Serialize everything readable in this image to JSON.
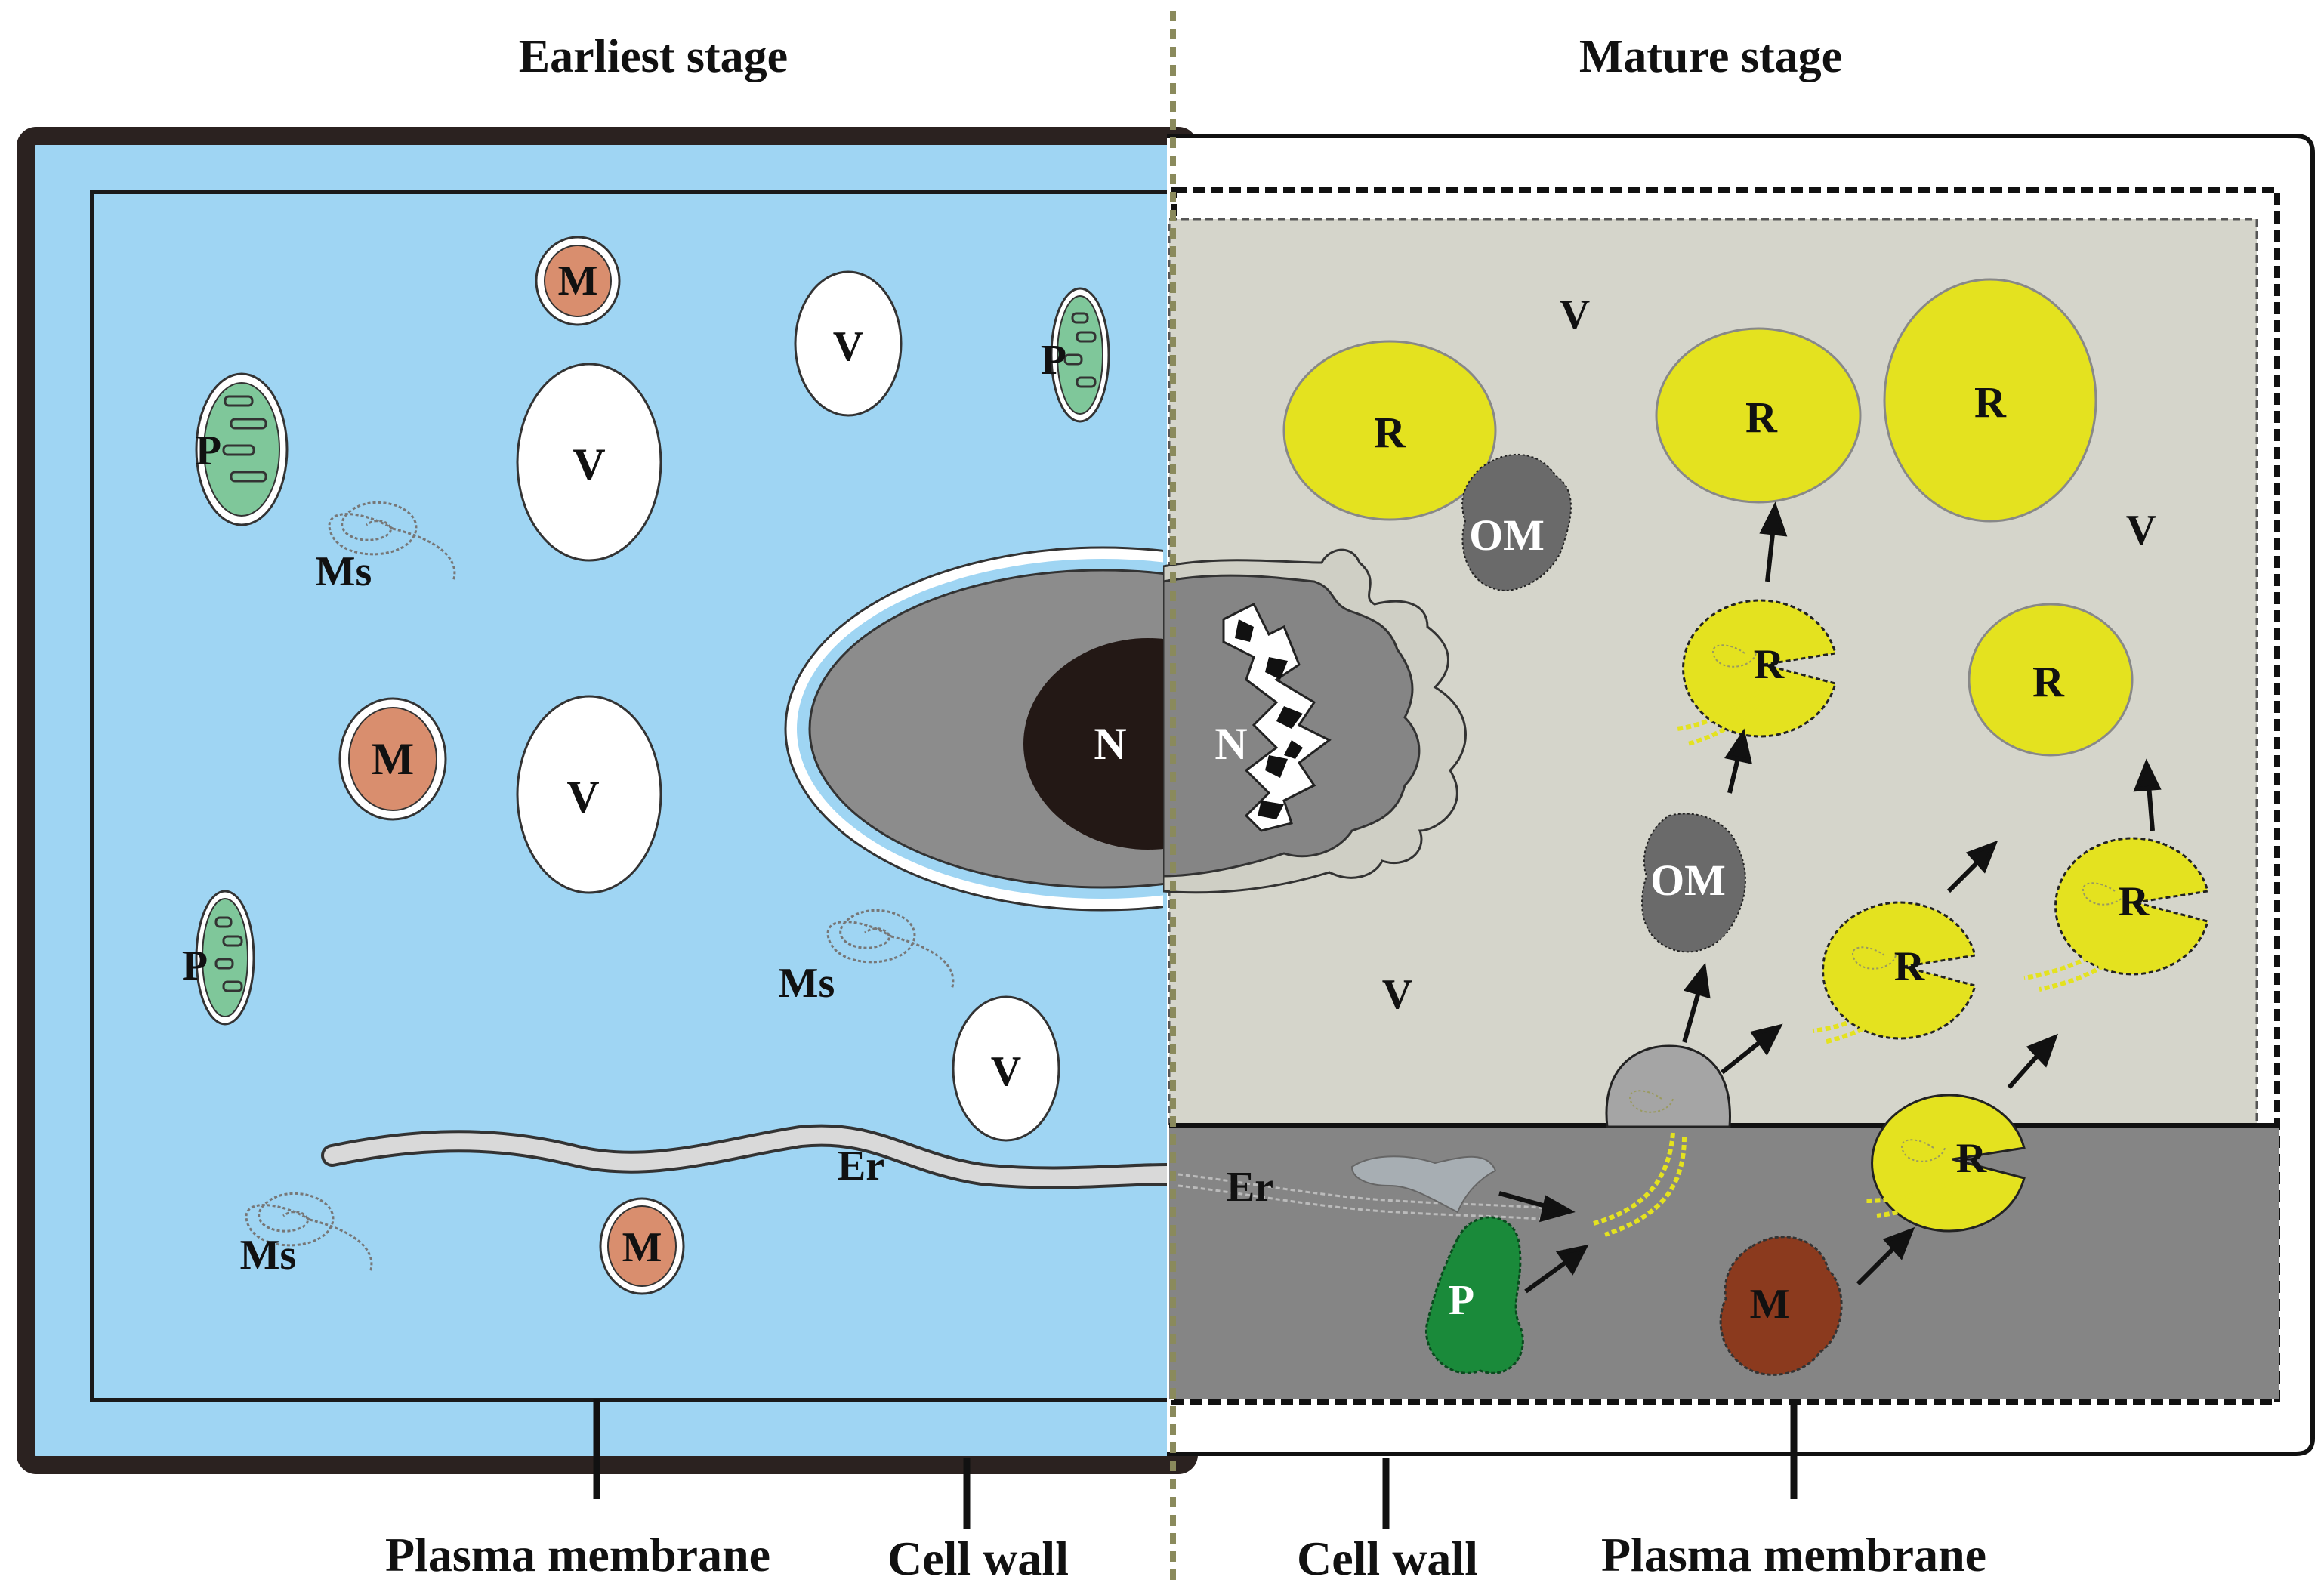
{
  "headings": {
    "left": "Earliest stage",
    "right": "Mature stage"
  },
  "bottom_labels": {
    "left_plasma_membrane": "Plasma membrane",
    "left_cell_wall": "Cell wall",
    "right_cell_wall": "Cell wall",
    "right_plasma_membrane": "Plasma membrane"
  },
  "organelle_labels": {
    "mitochondrion": "M",
    "vacuole": "V",
    "plastid": "P",
    "myelin_structure": "Ms",
    "nucleus": "N",
    "endoplasmic_reticulum": "Er",
    "resin": "R",
    "osmiophilic_material": "OM"
  },
  "colors": {
    "early_cytoplasm": "#9fd5f3",
    "mature_cytoplasm": "#d5d5cb",
    "mature_parietal_layer": "#858585",
    "cell_wall_early": "#2b2220",
    "mitochondrion_early": "#d98e6e",
    "mitochondrion_mature": "#8b3a1e",
    "plastid_early": "#7fc79a",
    "plastid_mature": "#1a8a3a",
    "resin": "#e4e21f",
    "nucleus_envelope": "#8c8c8c",
    "nucleolus": "#231815",
    "divider": "#8a8a5c"
  }
}
